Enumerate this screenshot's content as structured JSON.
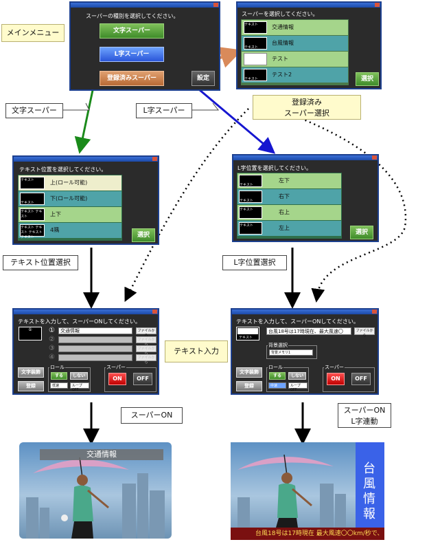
{
  "main_menu": {
    "prompt": "スーパーの種別を選択してください。",
    "btn_text_super": "文字スーパー",
    "btn_l_super": "L字スーパー",
    "btn_registered": "登録済みスーパー",
    "btn_settings": "設定"
  },
  "registered_window": {
    "prompt": "スーパーを選択してください。",
    "thumb_text": "テキスト",
    "items": [
      "交通情報",
      "台風情報",
      "テスト",
      "テスト2"
    ],
    "select_label": "選択"
  },
  "text_pos_window": {
    "prompt": "テキスト位置を選択してください。",
    "items": [
      "上(ロール可能)",
      "下(ロール可能)",
      "上下",
      "4隅"
    ],
    "thumbs": [
      "テキスト",
      "テキスト",
      "テキスト テキスト",
      "テキスト テキスト テキスト テキスト"
    ],
    "select_label": "選択"
  },
  "l_pos_window": {
    "prompt": "L字位置を選択してください。",
    "items": [
      "左下",
      "右下",
      "右上",
      "左上"
    ],
    "thumb_text": "テキスト",
    "select_label": "選択"
  },
  "text_input_left": {
    "prompt": "テキストを入力して、スーパーONしてください。",
    "preview_mark": "①",
    "circled_nums": [
      "①",
      "②",
      "③",
      "④"
    ],
    "first_value": "交通情報",
    "file_btn": "ファイルから",
    "decorate": "文字装飾",
    "register": "登録",
    "roll_label": "ロール",
    "roll_on": "する",
    "roll_off": "しない",
    "speed": "低速",
    "loop": "ループOFF",
    "super_label": "スーパー",
    "on": "ON",
    "off": "OFF"
  },
  "text_input_right": {
    "prompt": "テキストを入力して、スーパーONしてください。",
    "thumb_text": "テキスト",
    "value": "台風18号は17時現在、最大風速〇",
    "file_btn": "ファイルから",
    "bg_label": "背景選択",
    "bg_value": "背景メモリ1",
    "decorate": "文字装飾",
    "register": "登録",
    "roll_label": "ロール",
    "roll_on": "する",
    "roll_off": "しない",
    "speed": "中速",
    "loop": "ループOFF",
    "super_label": "スーパー",
    "on": "ON",
    "off": "OFF"
  },
  "labels": {
    "main_menu": "メインメニュー",
    "text_super": "文字スーパー",
    "l_super": "L字スーパー",
    "registered_select": [
      "登録済み",
      "スーパー選択"
    ],
    "text_pos_select": "テキスト位置選択",
    "l_pos_select": "L字位置選択",
    "text_input": "テキスト入力",
    "super_on": "スーパーON",
    "super_on_l": [
      "スーパーON",
      "L字連動"
    ]
  },
  "output_left": {
    "caption": "交通情報"
  },
  "output_right": {
    "side_text": "台風情報",
    "bottom_text": "台風18号は17時現在 最大風速〇〇km/秒で、"
  },
  "colors": {
    "window_bg": "#2b2b2b",
    "green_arrow": "#1a8a1a",
    "blue_arrow": "#1616d0",
    "orange_arrow": "#d98a5a",
    "label_yellow": "#fffbcc"
  }
}
